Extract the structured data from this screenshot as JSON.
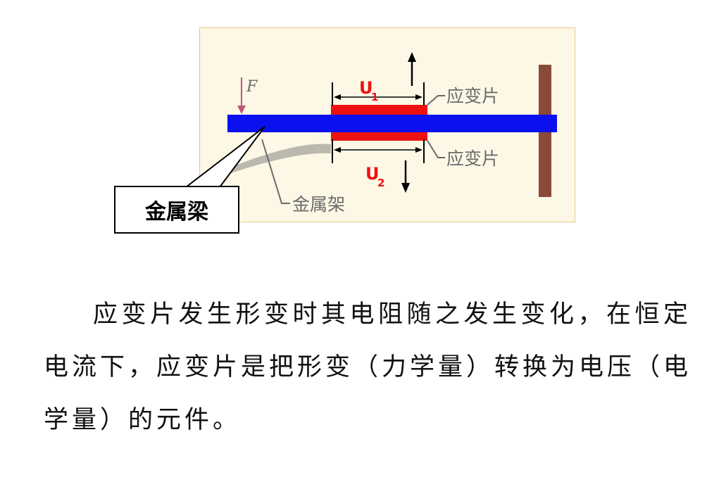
{
  "figure": {
    "force_label": "F",
    "u1_main": "U",
    "u1_sub": "1",
    "u2_main": "U",
    "u2_sub": "2",
    "gauge_top_label": "应变片",
    "gauge_bottom_label": "应变片",
    "frame_label": "金属架",
    "beam_label": "金属梁"
  },
  "colors": {
    "beam": "#0a10ee",
    "gauge": "#ee1111",
    "wall": "#8a4a3a",
    "figure_bg": "#fdf7e6"
  },
  "paragraph": {
    "text": "应变片发生形变时其电阻随之发生变化，在恒定电流下，应变片是把形变（力学量）转换为电压（电学量）的元件。"
  }
}
